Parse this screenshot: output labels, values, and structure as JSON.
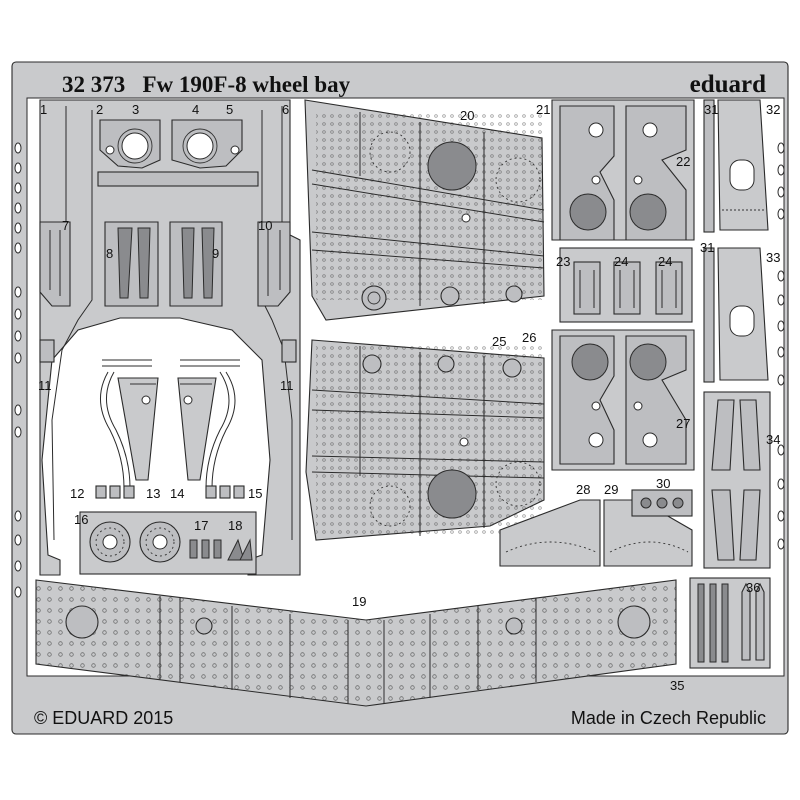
{
  "fret": {
    "title": "32 373   Fw 190F-8 wheel bay",
    "brand": "eduard",
    "copyright": "© EDUARD 2015",
    "origin": "Made in Czech Republic"
  },
  "part_labels": {
    "p1": "1",
    "p2": "2",
    "p3": "3",
    "p4": "4",
    "p5": "5",
    "p6": "6",
    "p7": "7",
    "p8": "8",
    "p9": "9",
    "p10": "10",
    "p11a": "11",
    "p11b": "11",
    "p12": "12",
    "p13": "13",
    "p14": "14",
    "p15": "15",
    "p16": "16",
    "p17": "17",
    "p18": "18",
    "p19": "19",
    "p20": "20",
    "p21": "21",
    "p22": "22",
    "p23": "23",
    "p24a": "24",
    "p24b": "24",
    "p25": "25",
    "p26": "26",
    "p27": "27",
    "p28": "28",
    "p29": "29",
    "p30": "30",
    "p31a": "31",
    "p31b": "31",
    "p32": "32",
    "p33": "33",
    "p34": "34",
    "p35": "35",
    "p36": "36"
  },
  "colors": {
    "metal": "#c9cacc",
    "outline": "#2b2b2b",
    "background": "#ffffff"
  }
}
